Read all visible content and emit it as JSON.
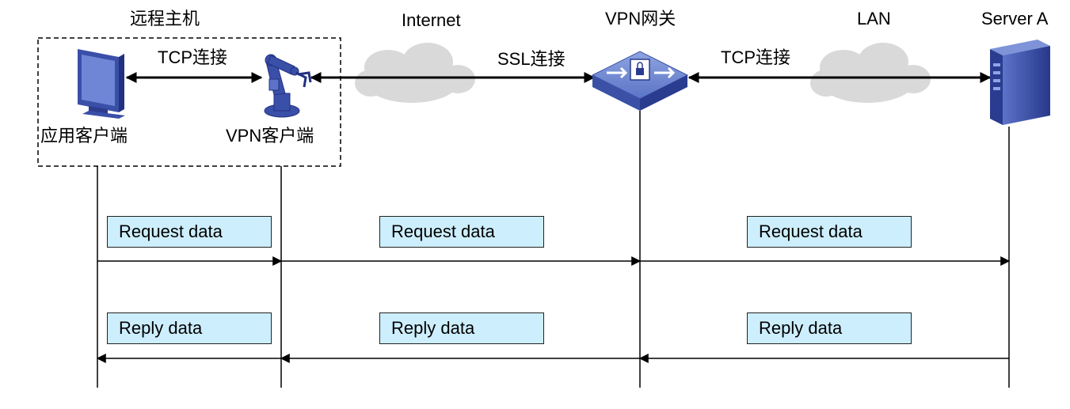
{
  "labels": {
    "remote_host": "远程主机",
    "internet": "Internet",
    "vpn_gateway": "VPN网关",
    "lan": "LAN",
    "server_a": "Server A",
    "app_client": "应用客户端",
    "vpn_client": "VPN客户端"
  },
  "links": {
    "tcp_left": "TCP连接",
    "ssl": "SSL连接",
    "tcp_right": "TCP连接"
  },
  "messages": {
    "request": [
      "Request data",
      "Request data",
      "Request data"
    ],
    "reply": [
      "Reply data",
      "Reply data",
      "Reply data"
    ]
  },
  "colors": {
    "message_fill": "#cdeefd",
    "cloud": "#d9d9d9",
    "device_blue": "#3a4fa8"
  }
}
